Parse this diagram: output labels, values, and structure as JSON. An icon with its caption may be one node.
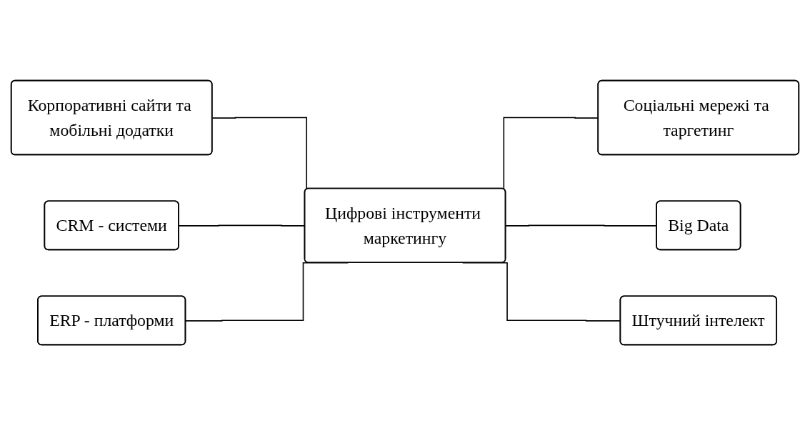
{
  "diagram": {
    "nodes": [
      {
        "text": [
          "Корпоративні сайти та мобільні додатки"
        ]
      },
      {
        "text": [
          "Соціальні мережі та таргетинг"
        ]
      },
      {
        "text": [
          "CRM - системи"
        ]
      },
      {
        "text": [
          "Цифрові інструменти маркетингу"
        ]
      },
      {
        "text": [
          "Big Data"
        ]
      },
      {
        "text": [
          "ERP - платформи"
        ]
      },
      {
        "text": [
          "Штучний інтелект"
        ]
      }
    ],
    "edges": [
      {
        "from": 0,
        "to": 3,
        "arrow": "none"
      },
      {
        "from": 2,
        "to": 3,
        "arrow": "none"
      },
      {
        "from": 5,
        "to": 3,
        "arrow": "none"
      },
      {
        "from": 3,
        "to": 1,
        "arrow": "none"
      },
      {
        "from": 3,
        "to": 4,
        "arrow": "none"
      },
      {
        "from": 3,
        "to": 6,
        "arrow": "none"
      }
    ]
  }
}
